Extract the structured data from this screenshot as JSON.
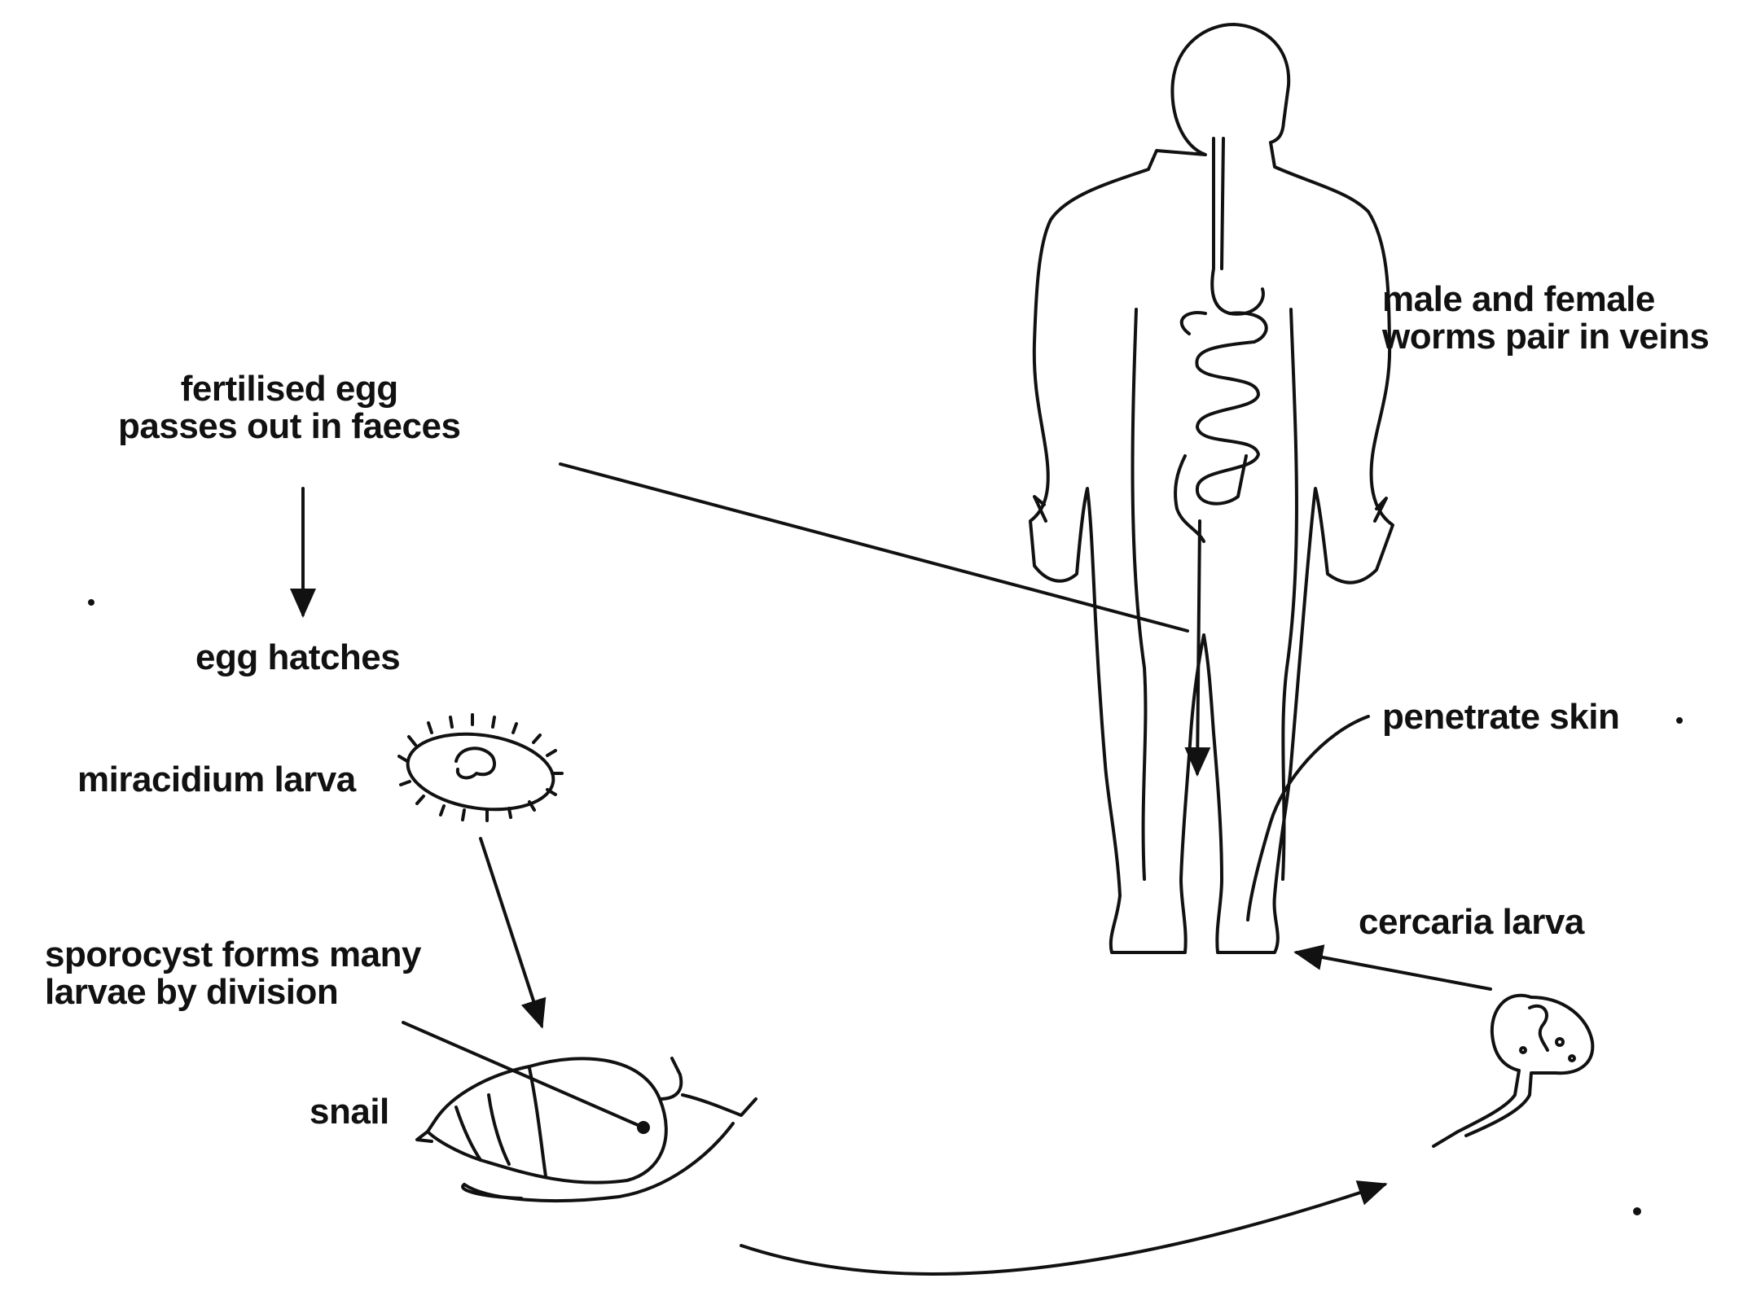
{
  "diagram": {
    "labels": {
      "fertilised_egg": "fertilised egg\npasses out in faeces",
      "egg_hatches": "egg hatches",
      "miracidium": "miracidium larva",
      "sporocyst": "sporocyst forms many\nlarvae by division",
      "snail": "snail",
      "worms_pair": "male and female\nworms pair in veins",
      "penetrate": "penetrate skin",
      "cercaria": "cercaria larva"
    },
    "icons": [
      "human-body-icon",
      "miracidium-larva-icon",
      "snail-icon",
      "cercaria-larva-icon"
    ],
    "line_color": "#111111",
    "background": "#ffffff"
  }
}
